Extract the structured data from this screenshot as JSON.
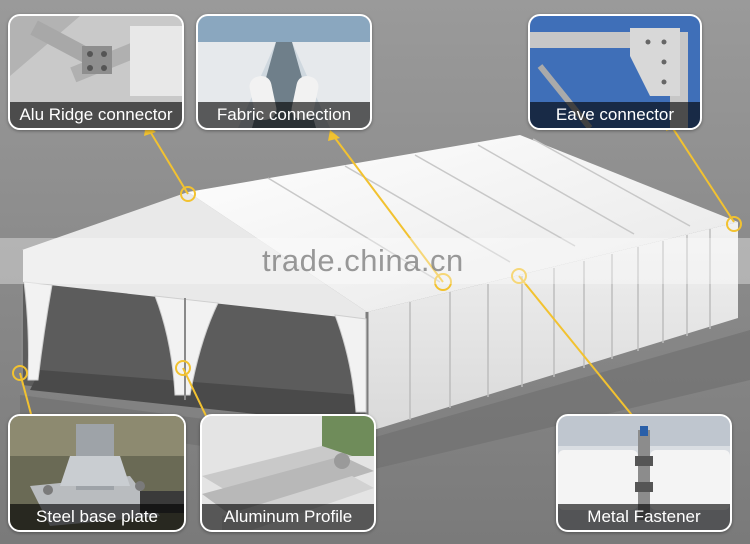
{
  "callouts": {
    "alu_ridge": {
      "label": "Alu Ridge connector"
    },
    "fabric": {
      "label": "Fabric connection"
    },
    "eave": {
      "label": "Eave connector"
    },
    "steel_base": {
      "label": "Steel base plate"
    },
    "aluminum_profile": {
      "label": "Aluminum Profile"
    },
    "metal_fastener": {
      "label": "Metal Fastener"
    }
  },
  "watermark": {
    "text": "trade.china.cn"
  },
  "colors": {
    "background": "#8b8b8b",
    "tent_white": "#f4f4f4",
    "pointer_yellow": "#f2c230"
  }
}
